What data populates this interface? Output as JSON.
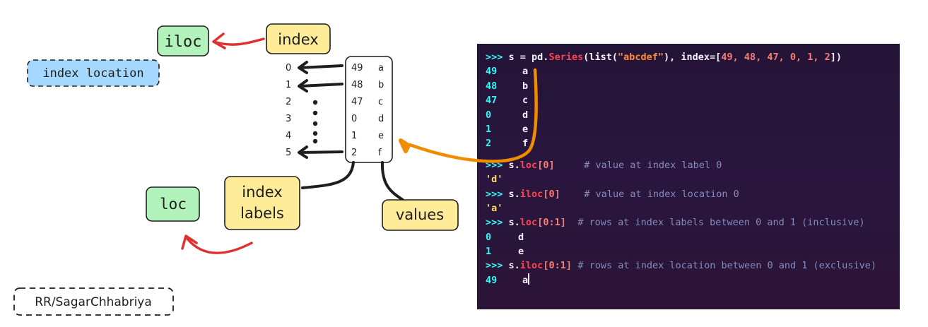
{
  "labels": {
    "iloc": "iloc",
    "index": "index",
    "index_location": "index location",
    "loc": "loc",
    "index_labels_line1": "index",
    "index_labels_line2": "labels",
    "values": "values",
    "credit": "RR/SagarChhabriya"
  },
  "positions": [
    "0",
    "1",
    "2",
    "3",
    "4",
    "5"
  ],
  "series_index": [
    "49",
    "48",
    "47",
    "0",
    "1",
    "2"
  ],
  "series_values": [
    "a",
    "b",
    "c",
    "d",
    "e",
    "f"
  ],
  "terminal": {
    "prompt": ">>>",
    "cmd1": {
      "a": "s = pd.",
      "fn": "Series",
      "b": "(list(",
      "str": "\"abcdef\"",
      "c": "), index=[",
      "nums": "49, 48, 47, 0, 1, 2",
      "d": "])"
    },
    "series_rows": [
      {
        "idx": "49",
        "val": "a"
      },
      {
        "idx": "48",
        "val": "b"
      },
      {
        "idx": "47",
        "val": "c"
      },
      {
        "idx": "0",
        "val": "d"
      },
      {
        "idx": "1",
        "val": "e"
      },
      {
        "idx": "2",
        "val": "f"
      }
    ],
    "cmd2": {
      "obj": "s.",
      "fn": "loc",
      "arg": "[0]",
      "comment": "# value at index label 0"
    },
    "out2": "'d'",
    "cmd3": {
      "obj": "s.",
      "fn": "iloc",
      "arg": "[0]",
      "comment": "# value at index location 0"
    },
    "out3": "'a'",
    "cmd4": {
      "obj": "s.",
      "fn": "loc",
      "arg": "[0:1]",
      "comment": "# rows at index labels between 0 and 1 (inclusive)"
    },
    "out4": [
      {
        "idx": "0",
        "val": "d"
      },
      {
        "idx": "1",
        "val": "e"
      }
    ],
    "cmd5": {
      "obj": "s.",
      "fn": "iloc",
      "arg": "[0:1]",
      "comment": "# rows at index location between 0 and 1 (exclusive)"
    },
    "out5": {
      "idx": "49",
      "val": "a"
    }
  },
  "colors": {
    "green_box": "#b2f2bb",
    "yellow_box": "#ffec99",
    "blue_box": "#a5d8ff",
    "red_arrow": "#e03131",
    "orange_arrow": "#f08c00",
    "ink": "#1e1e1e"
  }
}
